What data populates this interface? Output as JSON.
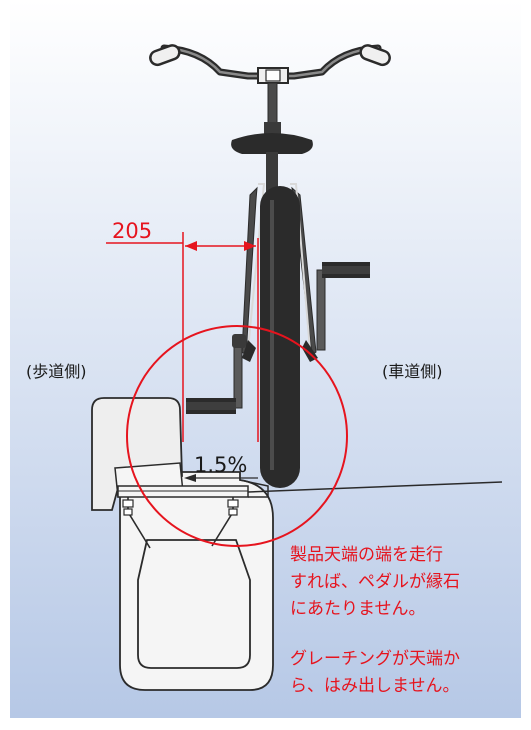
{
  "labels": {
    "dimension": "205",
    "sidewalk_side": "(歩道側)",
    "roadway_side": "(車道側)",
    "slope": "1.5%"
  },
  "notes": {
    "line1": "製品天端の端を走行",
    "line2": "すれば、ペダルが縁石",
    "line3": "にあたりません。",
    "line4": "グレーチングが天端か",
    "line5": "ら、はみ出しません。"
  },
  "colors": {
    "background_top": "#ffffff",
    "background_bottom": "#b6c8e6",
    "annotation_red": "#e6141e",
    "frame_dark": "#2b2b2b",
    "frame_mid": "#4a4a4a",
    "curb_fill": "#eeeeee",
    "structure_fill": "#f5f5f5"
  },
  "icons": [
    "bicycle-front-view",
    "curb-stone",
    "gutter-block",
    "grating"
  ]
}
